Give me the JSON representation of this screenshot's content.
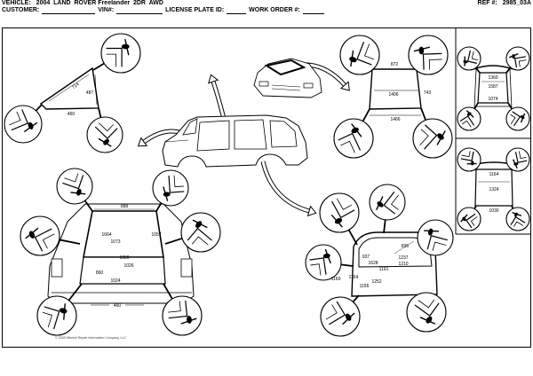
{
  "header": {
    "vehicle_label": "VEHICLE:",
    "vehicle": "2004  LAND  ROVER Freelander  2DR  AWD",
    "ref_label": "REF #:",
    "ref": "2985_03A",
    "customer_label": "CUSTOMER:",
    "vin_label": "VIN#:",
    "plate_label": "LICENSE PLATE ID:",
    "work_order_label": "WORK ORDER #:"
  },
  "diagrams": {
    "quarter_window": {
      "dims": [
        "714",
        "487",
        "460"
      ]
    },
    "windshield": {
      "dims": [
        "872",
        "1406",
        "743",
        "1466"
      ]
    },
    "tailgate": {
      "dims": [
        "888",
        "1664",
        "1073",
        "1057",
        "1000",
        "1026",
        "860",
        "1024",
        "460"
      ]
    },
    "door": {
      "dims": [
        "836",
        "937",
        "1237",
        "1628",
        "1210",
        "1191",
        "1169",
        "1164",
        "1252",
        "1156"
      ]
    },
    "inset_top": {
      "dims": [
        "1360",
        "1587",
        "1074"
      ]
    },
    "inset_bottom": {
      "dims": [
        "1164",
        "1324",
        "1030"
      ]
    }
  },
  "footer": {
    "copyright": "© 2005 Mitchell Repair Information Company, LLC"
  }
}
